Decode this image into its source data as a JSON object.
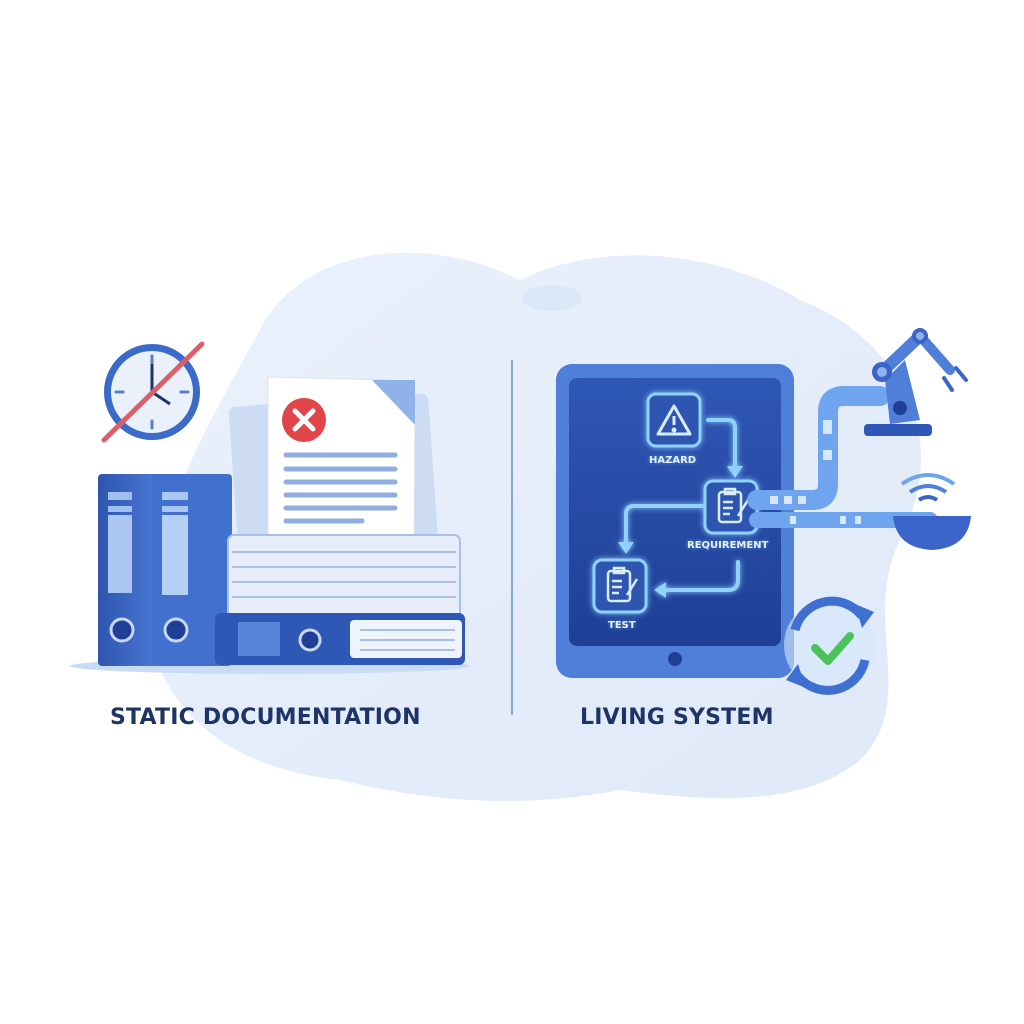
{
  "left_panel": {
    "title": "STATIC DOCUMENTATION",
    "icons": [
      "clock-crossed-icon",
      "document-rejected-icon",
      "binder-icon",
      "binder-icon",
      "paper-stack-icon",
      "book-icon"
    ]
  },
  "right_panel": {
    "title": "LIVING SYSTEM",
    "tablet": {
      "nodes": [
        {
          "label": "HAZARD",
          "icon": "warning-triangle-icon"
        },
        {
          "label": "REQUIREMENT",
          "icon": "clipboard-edit-icon"
        },
        {
          "label": "TEST",
          "icon": "clipboard-edit-icon"
        }
      ]
    },
    "connected_devices": [
      "robot-arm-icon",
      "wireless-sensor-icon"
    ],
    "status_icon": "sync-check-icon"
  },
  "colors": {
    "primary_dark": "#1e3366",
    "primary": "#3a64c8",
    "accent_light": "#8fd2ff",
    "background_blob": "#e6eefa",
    "error_red": "#e0454a",
    "success_green": "#4cc35a"
  }
}
